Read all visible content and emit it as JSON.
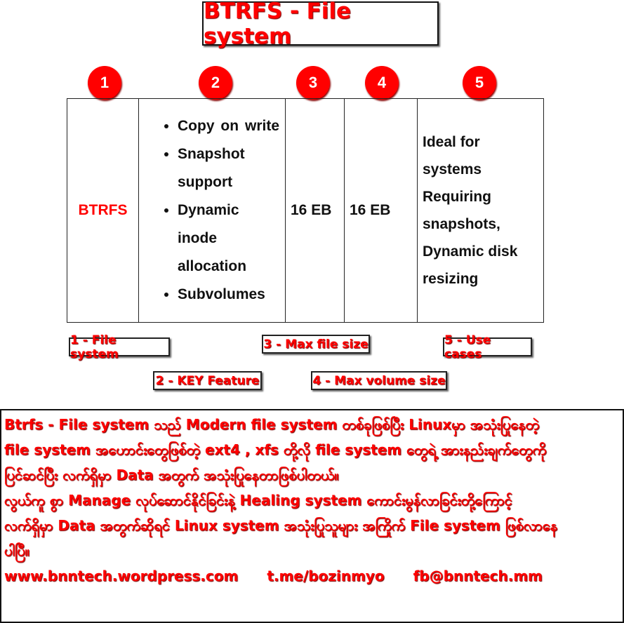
{
  "title": "BTRFS - File system",
  "columns": [
    "1",
    "2",
    "3",
    "4",
    "5"
  ],
  "row": {
    "file_system": "BTRFS",
    "key_features": [
      "Copy on write",
      "Snapshot support",
      "Dynamic inode allocation",
      "Subvolumes"
    ],
    "max_file_size": "16 EB",
    "max_volume_size": "16 EB",
    "use_cases": "Ideal for systems Requiring snapshots, Dynamic disk resizing"
  },
  "legend": {
    "l1": "1 - File system",
    "l2": "2 - KEY Feature",
    "l3": "3 - Max file size",
    "l4": "4 - Max volume size",
    "l5": "5 - Use cases"
  },
  "description": {
    "lines": [
      "Btrfs - File system သည် Modern file system တစ်ခုဖြစ်ပြီး Linuxမှာ အသုံးပြုနေတဲ့",
      "file system အဟောင်းတွေဖြစ်တဲ့ ext4 , xfs တို့လို file system တွေရဲ့ အားနည်းချက်တွေကို",
      "ပြင်ဆင်ပြီး လက်ရှိမှာ Data အတွက် အသုံးပြုနေတာဖြစ်ပါတယ်။",
      "လွယ်ကူ စွာ Manage လုပ်ဆောင်နိုင်ခြင်းနဲ့ Healing system ကောင်းမွန်လာခြင်းတို့ကြောင့်",
      "လက်ရှိမှာ Data အတွက်ဆိုရင် Linux system အသုံးပြုသူများ အကြိုက် File system ဖြစ်လာနေ",
      "ပါပြီ။"
    ],
    "links": [
      "www.bnntech.wordpress.com",
      "t.me/bozinmyo",
      "fb@bnntech.mm"
    ]
  },
  "colors": {
    "accent": "#ff0000"
  }
}
